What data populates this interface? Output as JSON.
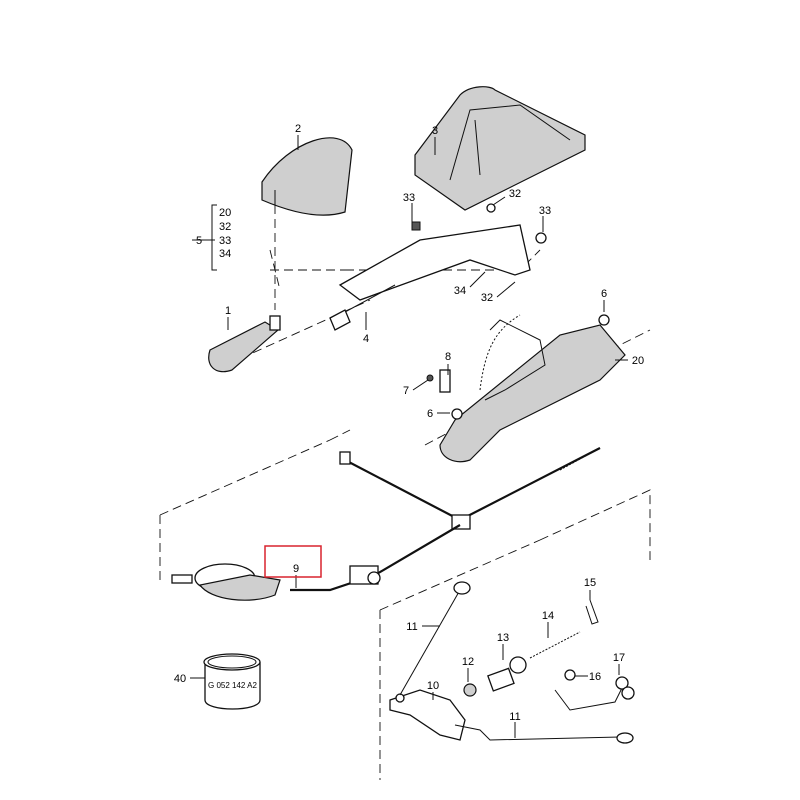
{
  "diagram": {
    "callouts": {
      "c2": "2",
      "c3": "3",
      "c33a": "33",
      "c32a": "32",
      "c33b": "33",
      "g20": "20",
      "g32": "32",
      "g33": "33",
      "g34": "34",
      "c5": "5",
      "c1": "1",
      "c4": "4",
      "c34": "34",
      "c32b": "32",
      "c6a": "6",
      "c20": "20",
      "c8": "8",
      "c7": "7",
      "c6b": "6",
      "c9": "9",
      "c15": "15",
      "c14": "14",
      "c11a": "11",
      "c13": "13",
      "c12": "12",
      "c16": "16",
      "c17": "17",
      "c40": "40",
      "c10": "10",
      "c11b": "11"
    },
    "part_marking": "G 052 142 A2",
    "highlight_color": "#d9232e"
  }
}
